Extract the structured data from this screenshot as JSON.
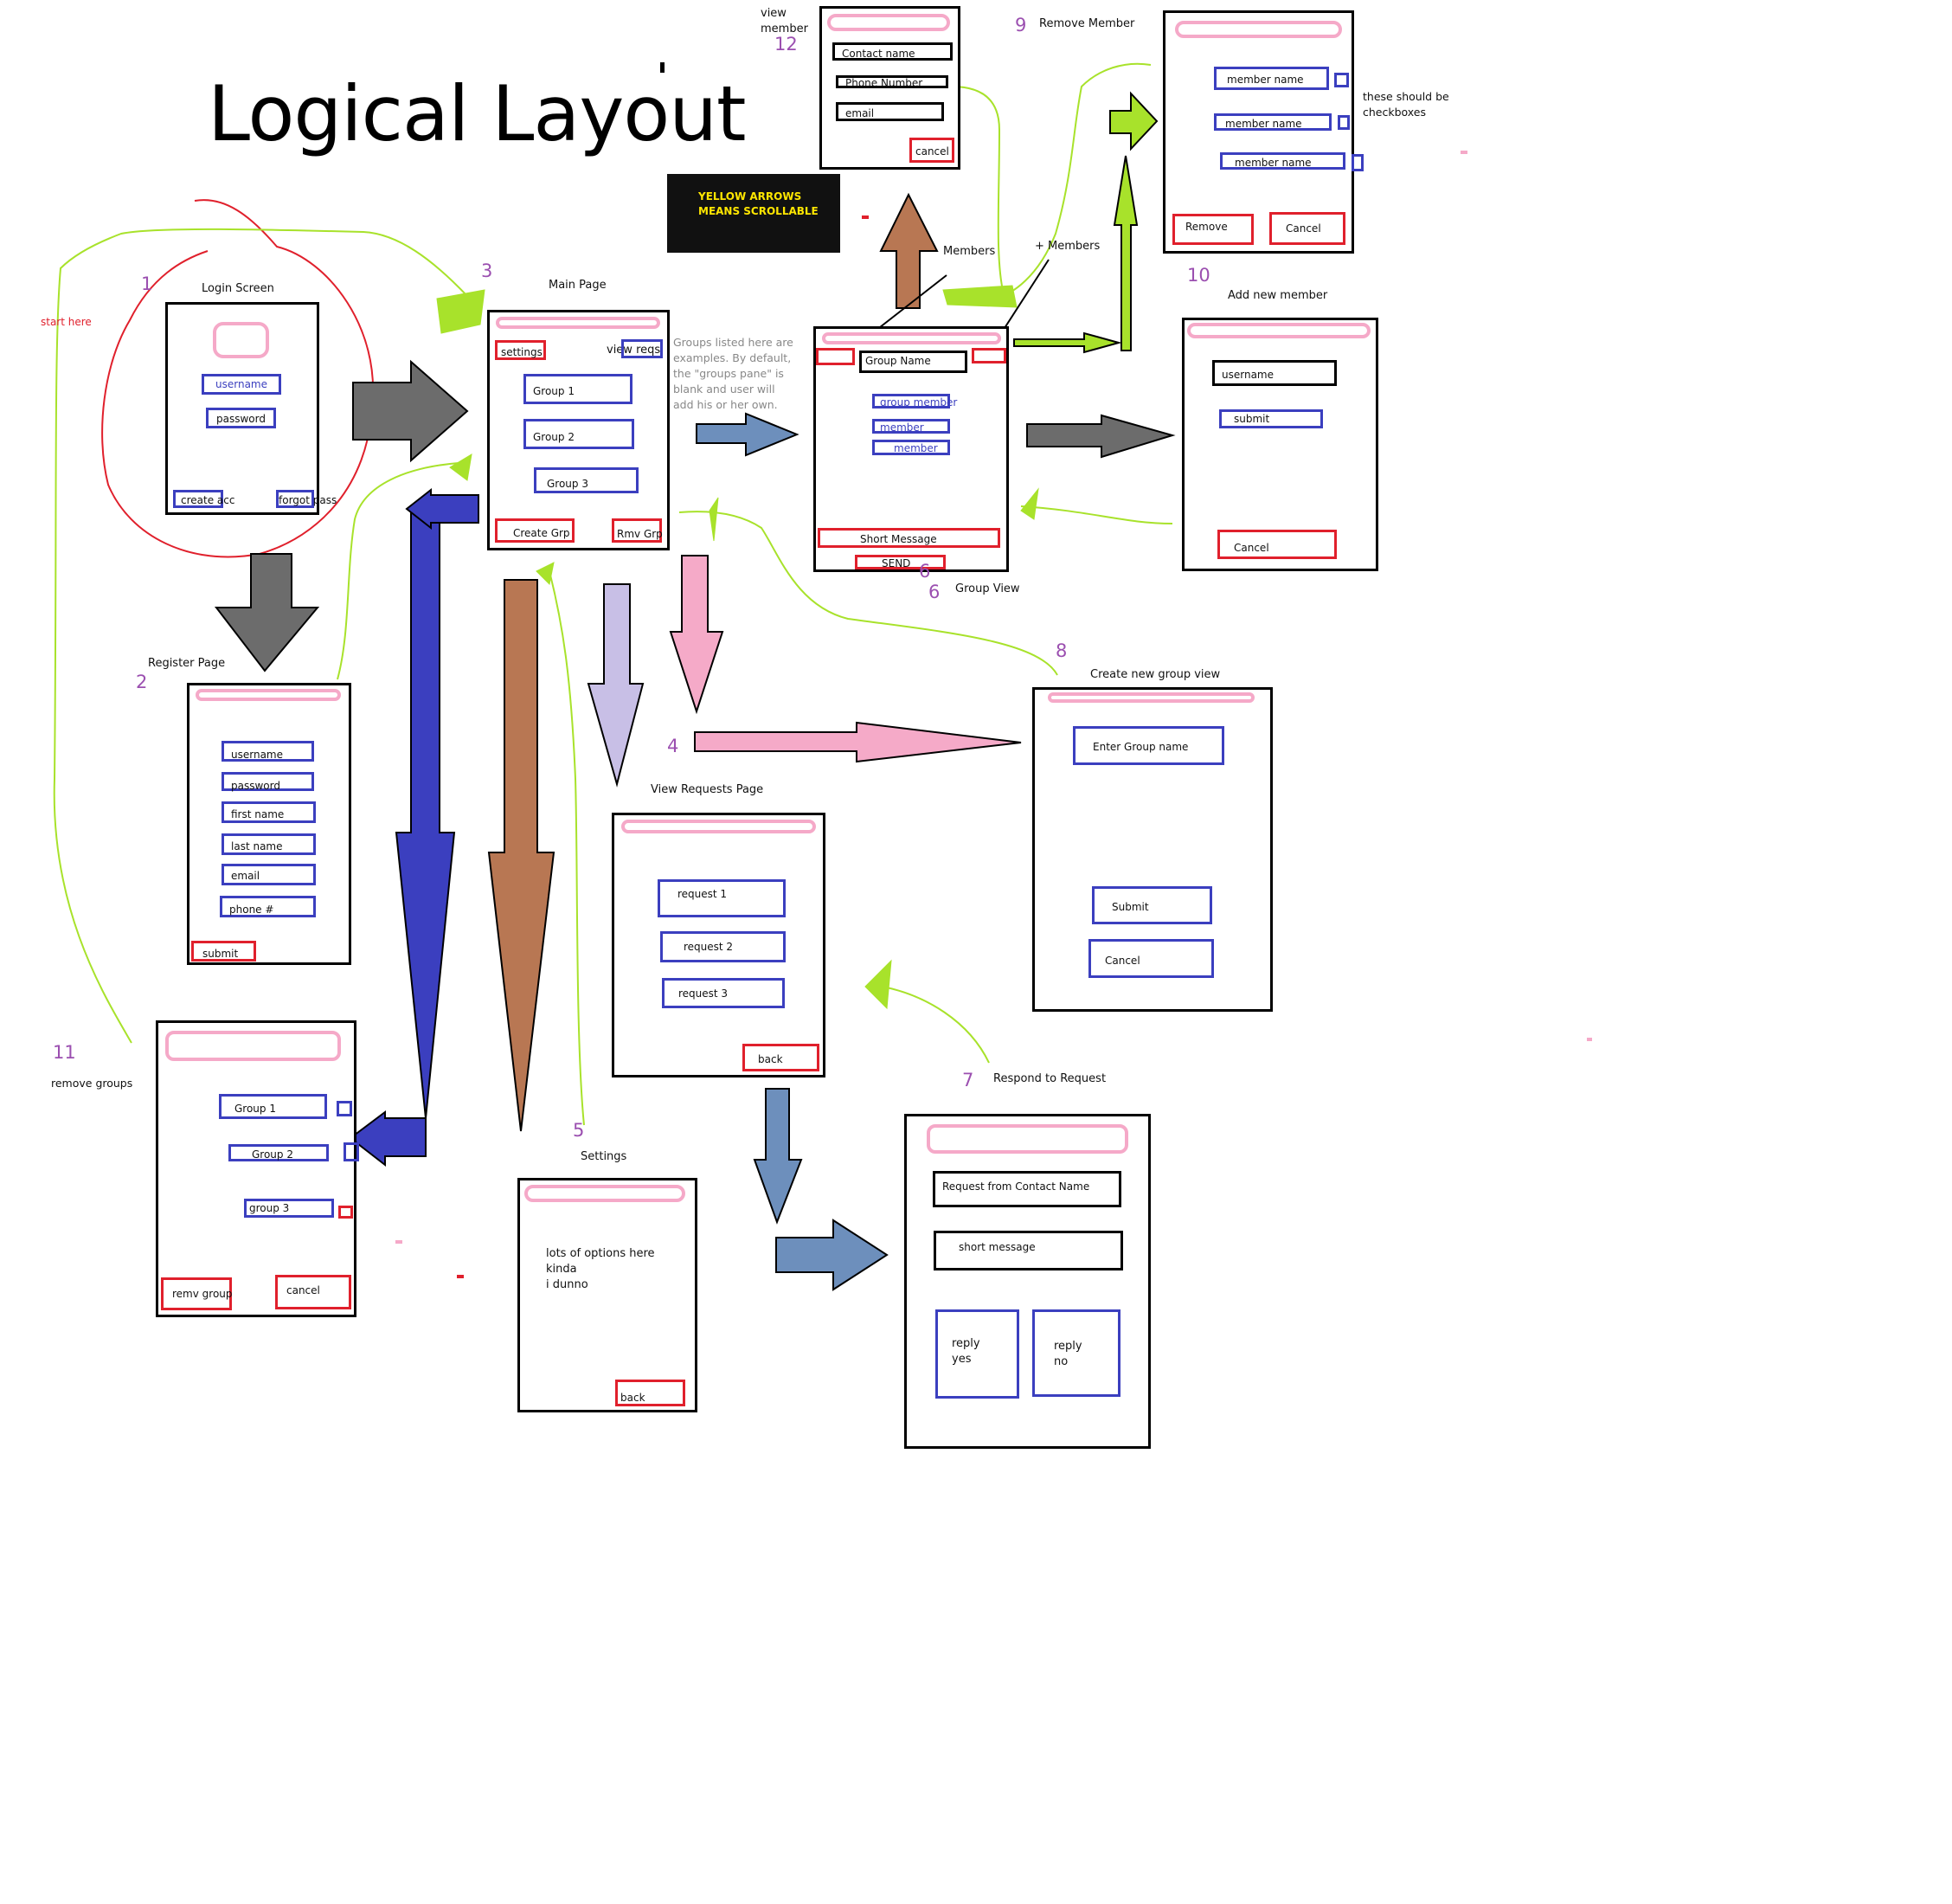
{
  "title": "Logical Layout",
  "start_note": "start here",
  "legend": {
    "line1": "YELLOW ARROWS",
    "line2": "MEANS SCROLLABLE"
  },
  "groups_note": "Groups listed here are examples. By default, the \"groups pane\" is blank and user will add his or her own.",
  "checkbox_note": {
    "line1": "these should be",
    "line2": "checkboxes"
  },
  "colors": {
    "blue_box": "#3b3fbf",
    "red_box": "#e0202c",
    "pink_bar": "#f5a9c8",
    "scroll_arrow": "#f5c000",
    "flow_line": "#a8e22b",
    "step_number": "#9b4fb0"
  },
  "screens": {
    "login": {
      "number": "1",
      "title": "Login Screen",
      "username": "username",
      "password": "password",
      "create": "create acc",
      "forgot": "forgot pass"
    },
    "register": {
      "number": "2",
      "title": "Register Page",
      "fields": [
        "username",
        "password",
        "first name",
        "last name",
        "email",
        "phone #"
      ],
      "submit": "submit"
    },
    "main": {
      "number": "3",
      "title": "Main Page",
      "settings": "settings",
      "view_reqs": "view  reqs",
      "groups": [
        "Group 1",
        "Group 2",
        "Group 3"
      ],
      "create": "Create Grp",
      "remove": "Rmv Grp"
    },
    "requests": {
      "number": "4",
      "title": "View Requests Page",
      "items": [
        "request 1",
        "request 2",
        "request 3"
      ],
      "back": "back"
    },
    "settings": {
      "number": "5",
      "title": "Settings",
      "lines": [
        "lots of options here",
        "kinda",
        "i dunno"
      ],
      "back": "back"
    },
    "group_view": {
      "number": "6",
      "number2": "6",
      "title": "Group View",
      "group_name": "Group Name",
      "members": [
        "group member",
        "member",
        "member"
      ],
      "message": "Short Message",
      "send": "SEND",
      "members_label": "Members",
      "add_members_label": "+ Members"
    },
    "respond": {
      "number": "7",
      "title": "Respond to Request",
      "from": "Request from Contact Name",
      "message": "short message",
      "yes_line1": "reply",
      "yes_line2": "yes",
      "no_line1": "reply",
      "no_line2": "no"
    },
    "create_group": {
      "number": "8",
      "title": "Create new group view",
      "name": "Enter Group name",
      "submit": "Submit",
      "cancel": "Cancel"
    },
    "remove_member": {
      "number": "9",
      "title": "Remove Member",
      "members": [
        "member name",
        "member name",
        "member name"
      ],
      "remove": "Remove",
      "cancel": "Cancel"
    },
    "add_member": {
      "number": "10",
      "title": "Add new member",
      "username": "username",
      "submit": "submit",
      "cancel": "Cancel"
    },
    "remove_groups": {
      "number": "11",
      "title": "remove groups",
      "groups": [
        "Group 1",
        "Group 2",
        "group 3"
      ],
      "remove": "remv group",
      "cancel": "cancel"
    },
    "view_member": {
      "number": "12",
      "title_line1": "view",
      "title_line2": "member",
      "contact": "Contact  name",
      "phone": "Phone Number",
      "email": "email",
      "cancel": "cancel"
    }
  }
}
